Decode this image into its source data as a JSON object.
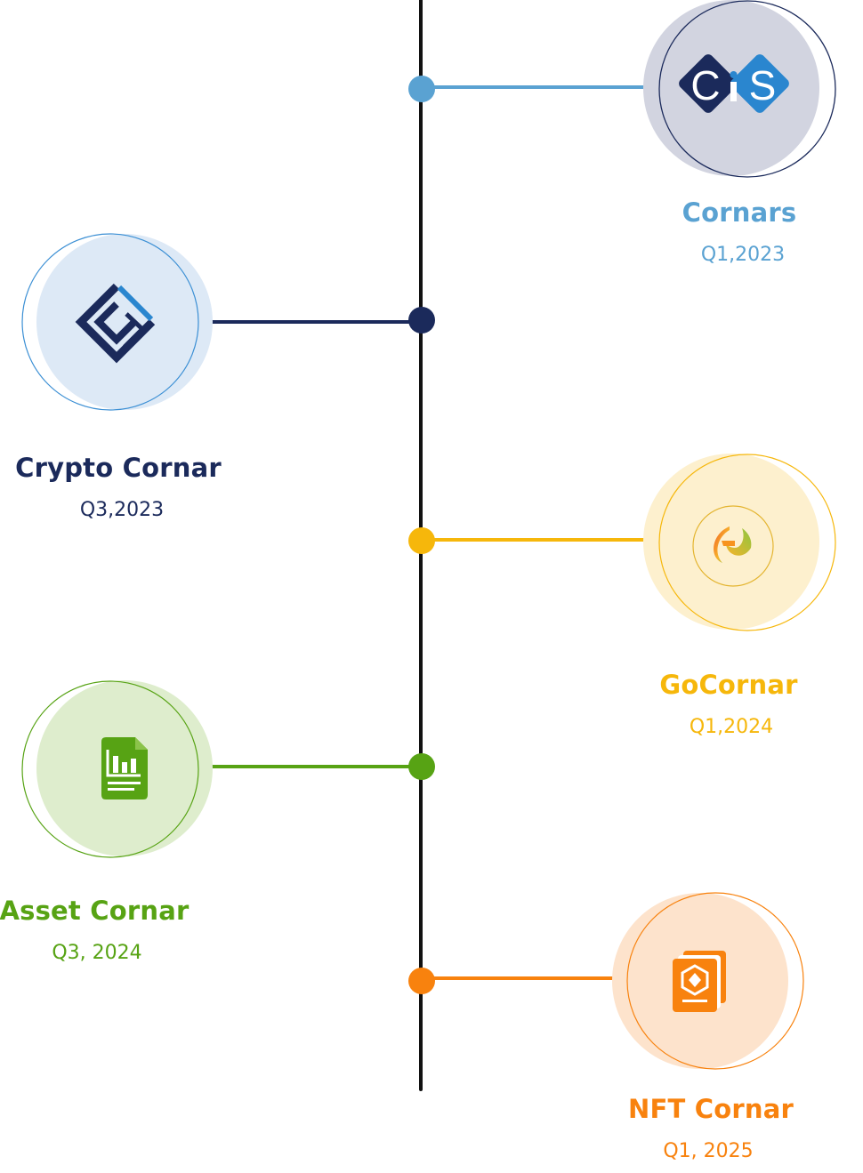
{
  "colors": {
    "line": "#111111",
    "cornars": "#5aa2d2",
    "crypto_cornar": "#1b2a5b",
    "gocornar": "#f6b70b",
    "asset_cornar": "#57a314",
    "nft_cornar": "#f8820e"
  },
  "milestones": [
    {
      "title": "Cornars",
      "date": "Q1,2023",
      "side": "right",
      "color": "#5aa2d2",
      "icon": "cis-logo-icon",
      "logo_text_left": "C",
      "logo_text_right": "S"
    },
    {
      "title": "Crypto Cornar",
      "date": "Q3,2023",
      "side": "left",
      "color": "#1b2a5b",
      "icon": "crypto-cornar-logo-icon"
    },
    {
      "title": "GoCornar",
      "date": "Q1,2024",
      "side": "right",
      "color": "#f6b70b",
      "icon": "gocornar-logo-icon"
    },
    {
      "title": "Asset Cornar",
      "date": "Q3, 2024",
      "side": "left",
      "color": "#57a314",
      "icon": "report-chart-icon"
    },
    {
      "title": "NFT Cornar",
      "date": "Q1, 2025",
      "side": "right",
      "color": "#f8820e",
      "icon": "nft-cards-icon"
    }
  ]
}
